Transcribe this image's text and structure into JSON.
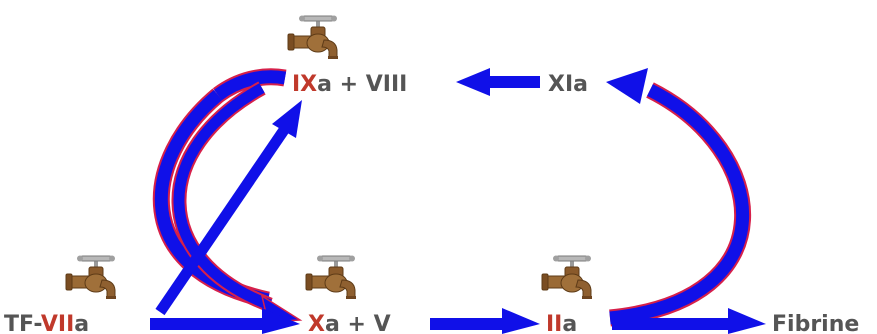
{
  "nodes": {
    "ix_viii": {
      "parts": [
        {
          "text": "IX",
          "highlight": true
        },
        {
          "text": "a + VIII",
          "highlight": false
        }
      ]
    },
    "xia": {
      "parts": [
        {
          "text": "XIa",
          "highlight": false
        }
      ]
    },
    "tf_viia": {
      "parts": [
        {
          "text": "TF-",
          "highlight": false
        },
        {
          "text": "VII",
          "highlight": true
        },
        {
          "text": "a",
          "highlight": false
        }
      ]
    },
    "xa_v": {
      "parts": [
        {
          "text": "X",
          "highlight": true
        },
        {
          "text": "a + V",
          "highlight": false
        }
      ]
    },
    "iia": {
      "parts": [
        {
          "text": "II",
          "highlight": true
        },
        {
          "text": "a",
          "highlight": false
        }
      ]
    },
    "fibrine": {
      "parts": [
        {
          "text": "Fibrine",
          "highlight": false
        }
      ]
    }
  },
  "icons": [
    "faucet-icon",
    "faucet-icon",
    "faucet-icon",
    "faucet-icon"
  ],
  "colors": {
    "arrow": "#1010e8",
    "arrow_outline": "#d6204a",
    "text": "#555555",
    "highlight": "#c0392b"
  }
}
